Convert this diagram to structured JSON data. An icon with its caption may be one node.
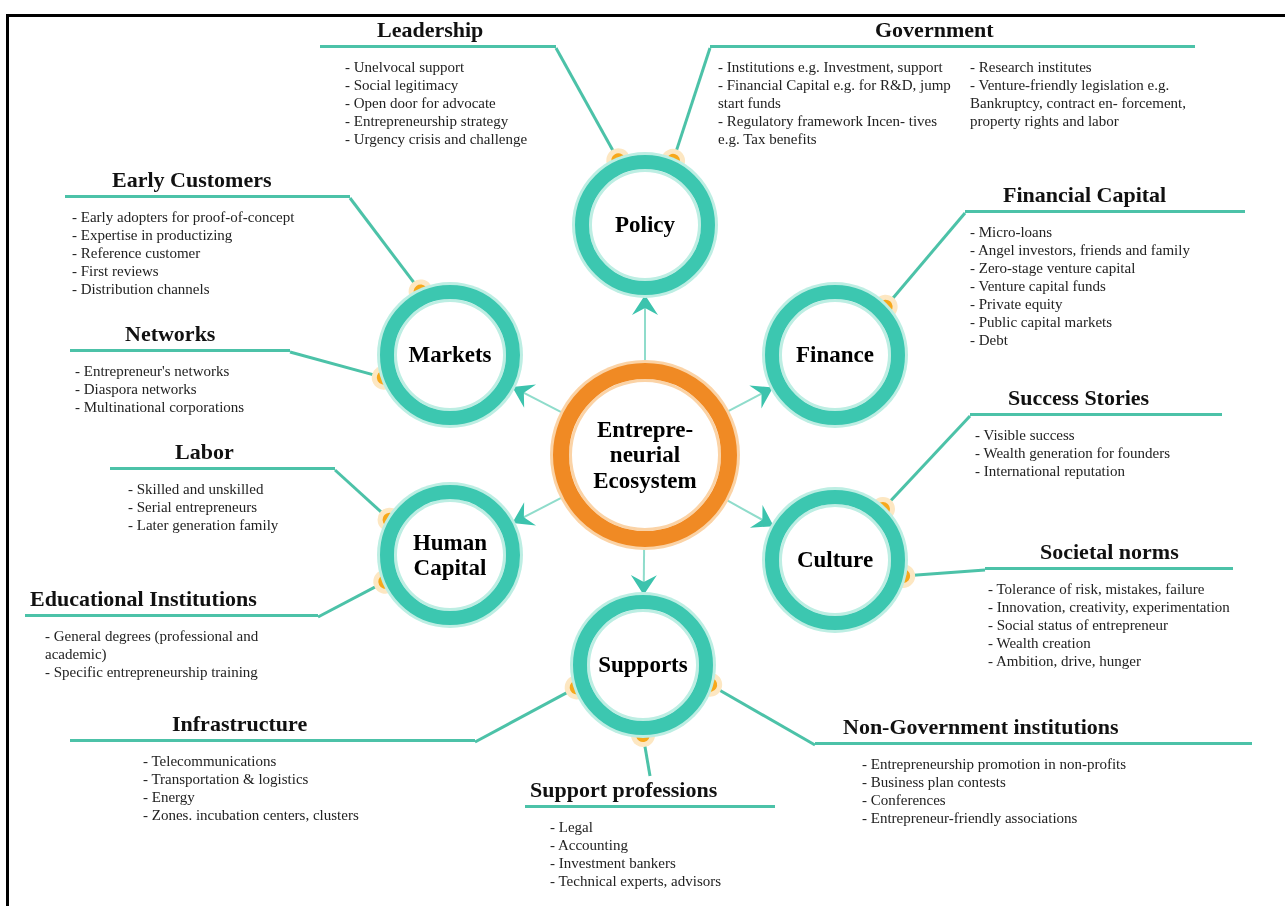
{
  "diagram": {
    "nodes": [
      {
        "text": [
          "Leadership",
          "- Unelvocal support",
          "- Social legitimacy",
          "- Open door for advocate",
          "- Entrepreneurship strategy",
          "- Urgency crisis and challenge"
        ]
      },
      {
        "text": [
          "Government",
          "- Institutions e.g. Investment, support",
          "- Financial Capital e.g. for R&D, jump start funds",
          "- Regulatory framework Incen- tives e.g. Tax benefits",
          "- Research institutes",
          "- Venture-friendly legislation e.g. Bankruptcy, contract en- forcement, property rights and labor"
        ]
      },
      {
        "text": [
          "Early Customers",
          "- Early adopters for proof-of-concept",
          "- Expertise in productizing",
          "- Reference customer",
          "- First reviews",
          "- Distribution channels"
        ]
      },
      {
        "text": [
          "Policy"
        ]
      },
      {
        "text": [
          "Financial Capital",
          "- Micro-loans",
          "- Angel investors, friends and family",
          "- Zero-stage venture capital",
          "- Venture capital funds",
          "- Private equity",
          "- Public capital markets",
          "- Debt"
        ]
      },
      {
        "text": [
          "Networks",
          "- Entrepreneur's networks",
          "- Diaspora networks",
          "- Multinational corporations"
        ]
      },
      {
        "text": [
          "Markets"
        ]
      },
      {
        "text": [
          "Finance"
        ]
      },
      {
        "text": [
          "Success Stories",
          "- Visible success",
          "- Wealth generation for founders",
          "- International reputation"
        ]
      },
      {
        "text": [
          "Entrepre- neurial Ecosystem"
        ]
      },
      {
        "text": [
          "Labor",
          "- Skilled and unskilled",
          "- Serial entrepreneurs",
          "- Later generation family"
        ]
      },
      {
        "text": [
          "Human Capital"
        ]
      },
      {
        "text": [
          "Culture"
        ]
      },
      {
        "text": [
          "Societal norms",
          "- Tolerance of risk, mistakes, failure",
          "- Innovation, creativity, experimentation",
          "- Social status of entrepreneur",
          "- Wealth creation",
          "- Ambition, drive, hunger"
        ]
      },
      {
        "text": [
          "Educational Institutions",
          "- General degrees (professional and academic)",
          "- Specific entrepreneurship training"
        ]
      },
      {
        "text": [
          "Supports"
        ]
      },
      {
        "text": [
          "Infrastructure",
          "- Telecommunications",
          "- Transportation & logistics",
          "- Energy",
          "- Zones. incubation centers, clusters"
        ]
      },
      {
        "text": [
          "Non-Government institutions",
          "- Entrepreneurship promotion in non-profits",
          "- Business plan contests",
          "- Conferences",
          "- Entrepreneur-friendly associations"
        ]
      },
      {
        "text": [
          "Support professions",
          "- Legal",
          "- Accounting",
          "- Investment bankers",
          "- Technical experts, advisors"
        ]
      }
    ],
    "edges": [
      {
        "from": 0,
        "to": 3,
        "arrow": "other"
      },
      {
        "from": 1,
        "to": 3,
        "arrow": "other"
      },
      {
        "from": 2,
        "to": 6,
        "arrow": "other"
      },
      {
        "from": 5,
        "to": 6,
        "arrow": "other"
      },
      {
        "from": 4,
        "to": 7,
        "arrow": "other"
      },
      {
        "from": 8,
        "to": 12,
        "arrow": "other"
      },
      {
        "from": 13,
        "to": 12,
        "arrow": "other"
      },
      {
        "from": 10,
        "to": 11,
        "arrow": "other"
      },
      {
        "from": 14,
        "to": 11,
        "arrow": "other"
      },
      {
        "from": 16,
        "to": 15,
        "arrow": "other"
      },
      {
        "from": 18,
        "to": 15,
        "arrow": "other"
      },
      {
        "from": 17,
        "to": 15,
        "arrow": "other"
      },
      {
        "from": 9,
        "to": 3,
        "arrow": "to"
      },
      {
        "from": 9,
        "to": 7,
        "arrow": "to"
      },
      {
        "from": 9,
        "to": 12,
        "arrow": "to"
      },
      {
        "from": 9,
        "to": 15,
        "arrow": "to"
      },
      {
        "from": 9,
        "to": 11,
        "arrow": "to"
      },
      {
        "from": 9,
        "to": 6,
        "arrow": "to"
      }
    ]
  }
}
